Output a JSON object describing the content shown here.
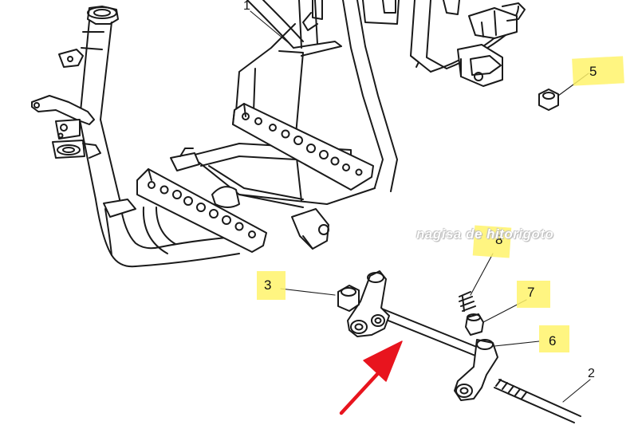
{
  "diagram": {
    "callouts": [
      {
        "id": "c1",
        "label": "1"
      },
      {
        "id": "c2",
        "label": "2"
      },
      {
        "id": "c3",
        "label": "3"
      },
      {
        "id": "c5",
        "label": "5"
      },
      {
        "id": "c6",
        "label": "6"
      },
      {
        "id": "c7",
        "label": "7"
      },
      {
        "id": "c8",
        "label": "8"
      }
    ],
    "watermark": "nagisa de hitorigoto",
    "highlight_color": "#fff36b",
    "arrow_color": "#e8141e",
    "line_color": "#1a1a1a"
  }
}
